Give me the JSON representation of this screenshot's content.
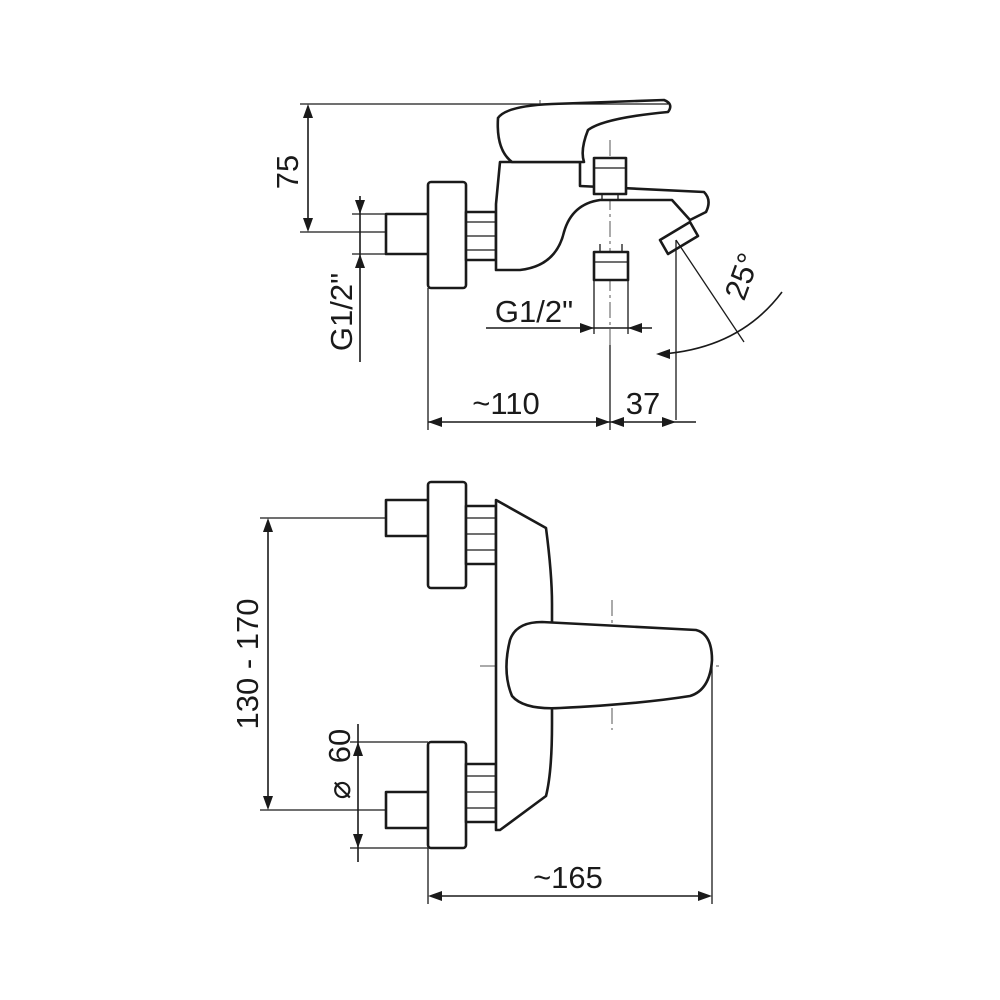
{
  "top_view": {
    "dim_height": "75",
    "dim_inlet_thread": "G1/2\"",
    "dim_outlet_thread": "G1/2\"",
    "dim_depth": "~110",
    "dim_spout": "37",
    "dim_angle": "25°"
  },
  "front_view": {
    "dim_spacing": "130 - 170",
    "dim_diameter_symbol": "⌀",
    "dim_diameter": "60",
    "dim_width": "~165"
  }
}
